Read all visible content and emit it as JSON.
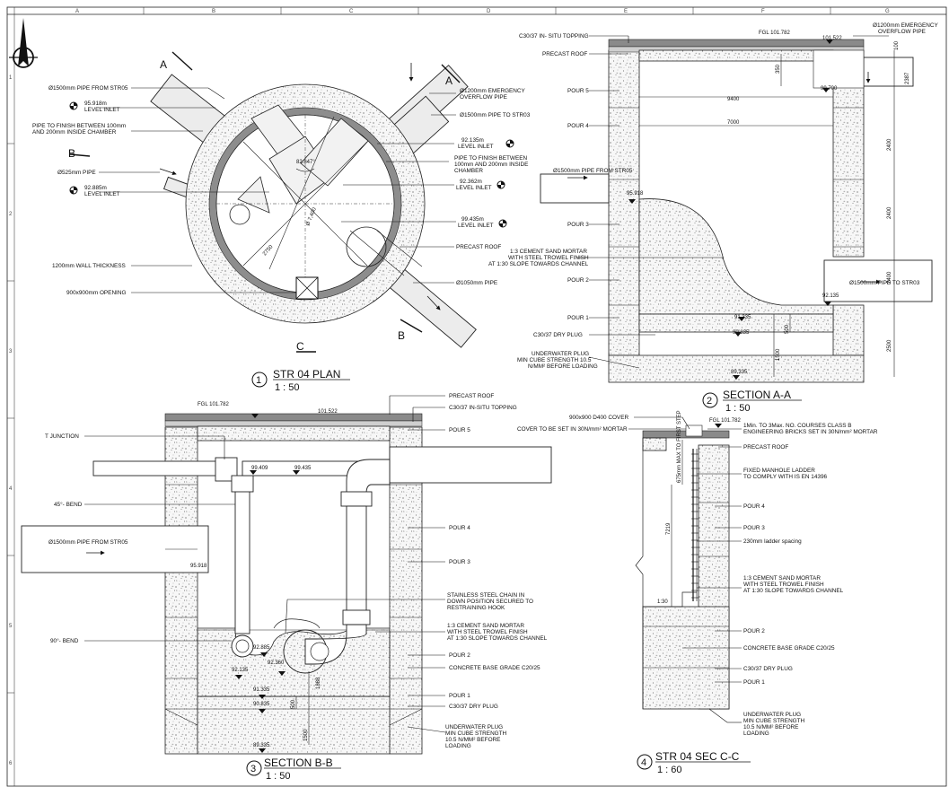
{
  "grid": {
    "columns": [
      "A",
      "B",
      "C",
      "D",
      "E",
      "F",
      "G"
    ],
    "rows": [
      "1",
      "2",
      "3",
      "4",
      "5",
      "6"
    ]
  },
  "plan": {
    "number": "1",
    "title": "STR 04 PLAN",
    "scale": "1 : 50",
    "section_markers": {
      "a1": "A",
      "a2": "A",
      "b1": "B",
      "b2": "B",
      "c": "C"
    },
    "labels": {
      "pipe_from_str05": "Ø1500mm PIPE FROM STR05",
      "level_inlet_95918": "95.918m",
      "level_inlet_95918_b": "LEVEL INLET",
      "pipe_finish_1": "PIPE TO FINISH BETWEEN 100mm",
      "pipe_finish_2": "AND 200mm INSIDE CHAMBER",
      "pipe_525": "Ø525mm PIPE",
      "level_inlet_92885": "92.885m",
      "level_inlet_92885_b": "LEVEL INLET",
      "wall_thickness": "1200mm WALL THICKNESS",
      "opening": "900x900mm OPENING",
      "emergency_1": "Ø1200mm EMERGENCY",
      "emergency_2": "OVERFLOW PIPE",
      "pipe_to_str03": "Ø1500mm PIPE TO STR03",
      "level_92135": "92.135m",
      "level_92135_b": "LEVEL INLET",
      "pipe_finish_r1": "PIPE TO FINISH BETWEEN",
      "pipe_finish_r2": "100mm AND 200mm INSIDE",
      "pipe_finish_r3": "CHAMBER",
      "level_92362": "92.362m",
      "level_92362_b": "LEVEL INLET",
      "level_99435": "99.435m",
      "level_99435_b": "LEVEL INLET",
      "precast_roof": "PRECAST ROOF",
      "pipe_1050": "Ø1050mm PIPE",
      "angle": "82.847°",
      "dia_7400": "Ø 7,400",
      "dim_2750": "2750"
    }
  },
  "section_aa": {
    "number": "2",
    "title": "SECTION A-A",
    "scale": "1 : 50",
    "labels": {
      "topping": "C30/37 IN- SITU TOPPING",
      "fgl": "FGL 101.782",
      "roof_level": "101.522",
      "emergency_1": "Ø1200mm EMERGENCY",
      "emergency_2": "OVERFLOW PIPE",
      "precast_roof": "PRECAST ROOF",
      "pour5": "POUR 5",
      "pour4": "POUR 4",
      "pour3": "POUR 3",
      "pour2": "POUR 2",
      "pour1": "POUR 1",
      "pipe_from_str05": "Ø1500mm PIPE FROM STR05",
      "lvl_95918": "95.918",
      "lvl_99700": "99.700",
      "mortar_1": "1:3 CEMENT SAND MORTAR",
      "mortar_2": "WITH STEEL TROWEL FINISH",
      "mortar_3": "AT 1:30 SLOPE TOWARDS CHANNEL",
      "pipe_to_str03": "Ø1500mm PIPE TO STR03",
      "lvl_92135": "92.135",
      "lvl_91335": "91.335",
      "dry_plug": "C30/37 DRY PLUG",
      "lvl_90835": "90.835",
      "uw_1": "UNDERWATER PLUG",
      "uw_2": "MIN CUBE STRENGTH 10.5",
      "uw_3": "N/MM² BEFORE LOADING",
      "lvl_89335": "89.335",
      "d_9400": "9400",
      "d_7000": "7000",
      "d_350": "350",
      "d_100": "100",
      "d_2387": "2387",
      "d_2400a": "2400",
      "d_2400b": "2400",
      "d_2400c": "2400",
      "d_2500": "2500",
      "d_500": "500",
      "d_1500": "1500"
    }
  },
  "section_bb": {
    "number": "3",
    "title": "SECTION B-B",
    "scale": "1 : 50",
    "labels": {
      "fgl": "FGL 101.782",
      "roof_level": "101.522",
      "precast_roof": "PRECAST ROOF",
      "topping": "C30/37 IN-SITU TOPPING",
      "pour5": "POUR 5",
      "t_junction": "T JUNCTION",
      "lvl_99409": "99.409",
      "lvl_99435": "99.435",
      "bend45": "45°- BEND",
      "pour4": "POUR 4",
      "pipe_from_str05": "Ø1500mm PIPE FROM STR05",
      "lvl_95918": "95.918",
      "pour3": "POUR 3",
      "chain_1": "STAINLESS STEEL CHAIN IN",
      "chain_2": "DOWN POSITION SECURED TO",
      "chain_3": "RESTRAINING HOOK",
      "mortar_1": "1:3 CEMENT SAND MORTAR",
      "mortar_2": "WITH STEEL TROWEL FINISH",
      "mortar_3": "AT 1:30 SLOPE TOWARDS CHANNEL",
      "bend90": "90°- BEND",
      "lvl_92885": "92.885",
      "lvl_92360": "92.360",
      "lvl_92135": "92.135",
      "pour2": "POUR 2",
      "concrete_base": "CONCRETE BASE GRADE C20/25",
      "lvl_91335": "91.335",
      "pour1": "POUR 1",
      "lvl_90835": "90.835",
      "dry_plug": "C30/37 DRY PLUG",
      "uw_1": "UNDERWATER PLUG",
      "uw_2": "MIN CUBE STRENGTH",
      "uw_3": "10.5 N/MM² BEFORE",
      "uw_4": "LOADING",
      "lvl_89335": "89.335",
      "d_500": "500",
      "d_1888": "1888",
      "d_1500": "1500"
    }
  },
  "section_cc": {
    "number": "4",
    "title": "STR 04 SEC C-C",
    "scale": "1 : 60",
    "labels": {
      "cover": "900x900 D400 COVER",
      "fgl": "FGL 101.782",
      "bed_1": "1Min. TO 3Max. NO. COURSES CLASS B",
      "bed_2": "ENGINEERING BRICKS SET IN 30N/mm² MORTAR",
      "cover_mortar": "COVER TO BE SET IN 30N/mm² MORTAR",
      "step": "675mm MAX TO FIRST STEP",
      "precast_roof": "PRECAST ROOF",
      "ladder_1": "FIXED MANHOLE LADDER",
      "ladder_2": "TO COMPLY WITH IS EN 14396",
      "pour4": "POUR 4",
      "pour3": "POUR 3",
      "spacing": "230mm ladder spacing",
      "d_7219": "7219",
      "mortar_1": "1:3 CEMENT SAND MORTAR",
      "mortar_2": "WITH STEEL TROWEL FINISH",
      "mortar_3": "AT 1:30 SLOPE TOWARDS CHANNEL",
      "slope": "1:30",
      "pour2": "POUR 2",
      "concrete_base": "CONCRETE BASE GRADE C20/25",
      "dry_plug": "C30/37 DRY PLUG",
      "pour1": "POUR 1",
      "uw_1": "UNDERWATER PLUG",
      "uw_2": "MIN CUBE STRENGTH",
      "uw_3": "10.5 N/MM² BEFORE",
      "uw_4": "LOADING"
    }
  }
}
